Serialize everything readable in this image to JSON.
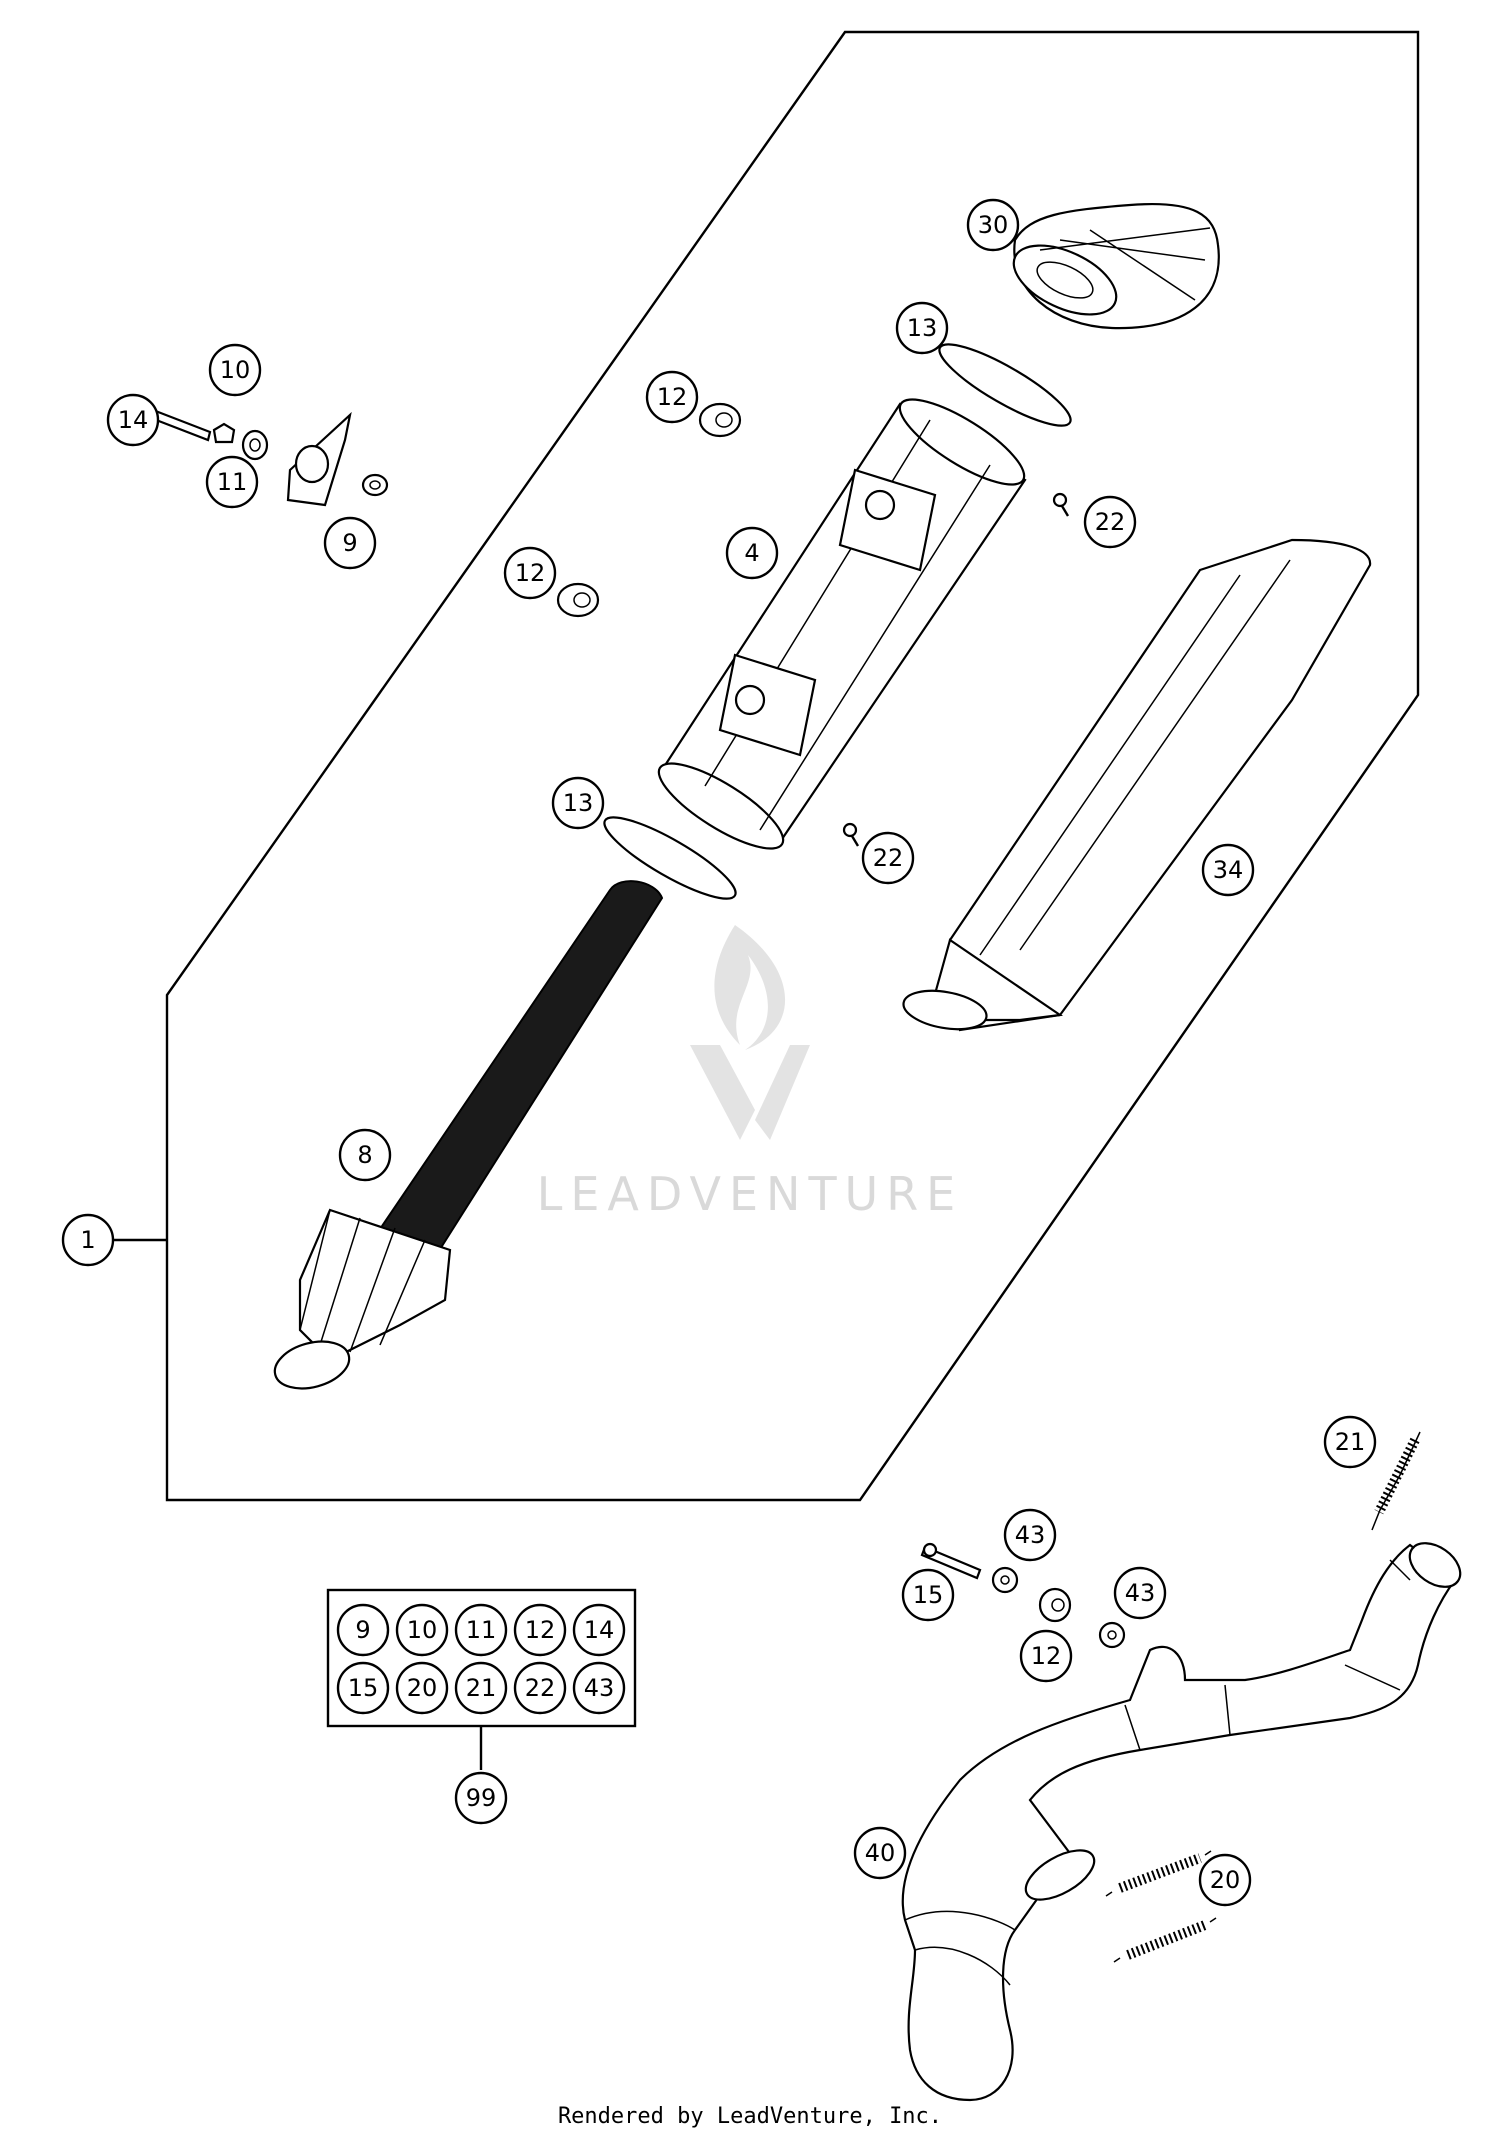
{
  "diagram": {
    "callouts": {
      "c1": "1",
      "c4": "4",
      "c8": "8",
      "c9": "9",
      "c10": "10",
      "c11": "11",
      "c12a": "12",
      "c12b": "12",
      "c12c": "12",
      "c13a": "13",
      "c13b": "13",
      "c14": "14",
      "c15": "15",
      "c20": "20",
      "c21": "21",
      "c22a": "22",
      "c22b": "22",
      "c30": "30",
      "c34": "34",
      "c40": "40",
      "c43a": "43",
      "c43b": "43",
      "c99": "99"
    },
    "kit_grid": [
      "9",
      "10",
      "11",
      "12",
      "14",
      "15",
      "20",
      "21",
      "22",
      "43"
    ]
  },
  "watermark": {
    "text": "LEADVENTURE"
  },
  "footer": {
    "credit": "Rendered by LeadVenture, Inc."
  }
}
